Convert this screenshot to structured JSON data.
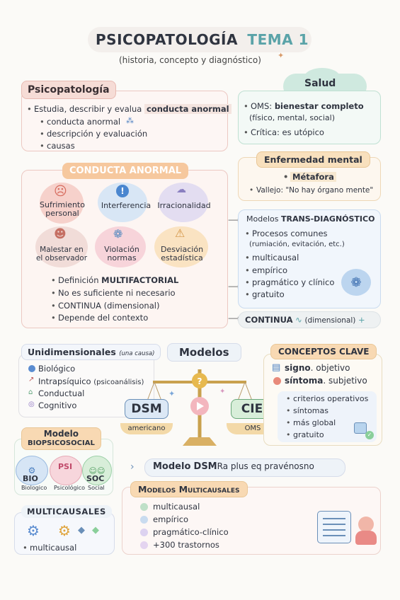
{
  "header": {
    "title": "PSICOPATOLOGÍA",
    "tema": "TEMA 1",
    "subtitle": "(historia, concepto y diagnóstico)"
  },
  "psicopatologia": {
    "title": "Psicopatología",
    "intro": "Estudia, describir y evalua",
    "intro_bold": "conducta anormal",
    "items": [
      "conducta anormal",
      "descripción y evaluación",
      "causas"
    ]
  },
  "salud": {
    "title": "Salud",
    "oms_prefix": "OMS:",
    "oms_bold": "bienestar completo",
    "oms_detail": "(físico, mental, social)",
    "critica": "Crítica: es utópico"
  },
  "enfermedad": {
    "title": "Enfermedad mental",
    "metafora": "Métafora",
    "vallejo": "Vallejo: \"No hay órgano mente\""
  },
  "conducta": {
    "title": "CONDUCTA ANORMAL",
    "criteria": [
      {
        "label": "Sufrimiento\npersonal"
      },
      {
        "label": "Interferencia"
      },
      {
        "label": "Irracionalidad"
      },
      {
        "label": "Malestar en\nel observador"
      },
      {
        "label": "Violación\nnormas"
      },
      {
        "label": "Desviación\nestadística"
      }
    ],
    "definicion_prefix": "Definición",
    "definicion_bold": "MULTIFACTORIAL",
    "bullets": [
      "No es suficiente ni necesario",
      "CONTINUA (dimensional)",
      "Depende del contexto"
    ]
  },
  "trans": {
    "title_prefix": "Modelos",
    "title_bold": "TRANS-DIAGNÓSTICO",
    "item1": "Procesos comunes",
    "item1_detail": "(rumiación, evitación, etc.)",
    "items": [
      "multicausal",
      "empírico",
      "pragmático y clínico",
      "gratuito"
    ]
  },
  "continua": {
    "bold": "CONTINUA",
    "detail": "(dimensional)"
  },
  "unidim": {
    "title": "Unidimensionales",
    "note": "(una causa)",
    "items": [
      "Biológico",
      "Intrapsíquico",
      "Conductual",
      "Cognitivo"
    ],
    "intrapsiquico_note": "(psicoanálisis)"
  },
  "modelos": {
    "title": "Modelos",
    "dsm": "DSM",
    "dsm_sub": "americano",
    "cie": "CIE",
    "cie_sub": "OMS"
  },
  "conceptos": {
    "title": "CONCEPTOS CLAVE",
    "signo_bold": "signo",
    "signo_rest": ". objetivo",
    "sintoma_bold": "síntoma",
    "sintoma_rest": ". subjetivo",
    "items": [
      "criterios operativos",
      "síntomas",
      "más global",
      "gratuito"
    ]
  },
  "bps": {
    "title1": "Modelo",
    "title2": "BIOPSICOSOCIAL",
    "bio": "BIO",
    "psi": "PSI",
    "soc": "SOC",
    "bio_sub": "Biologico",
    "psi_sub": "Psicológico",
    "soc_sub": "Social"
  },
  "multicausales": {
    "title": "MULTICAUSALES",
    "item": "multicausal"
  },
  "dsm_bar": {
    "prefix": "Modelo",
    "bold": "DSM",
    "rest": "Ra plus eq pravénosno"
  },
  "mm": {
    "title": "Modelos Multicausales",
    "items": [
      "multicausal",
      "empírico",
      "pragmático-clínico",
      "+300 trastornos"
    ]
  },
  "colors": {
    "pink": "#f6dcd6",
    "peach": "#f8d9b3",
    "mint": "#d4ecdf",
    "blue": "#dbe8f6",
    "lavender": "#e4def3"
  }
}
